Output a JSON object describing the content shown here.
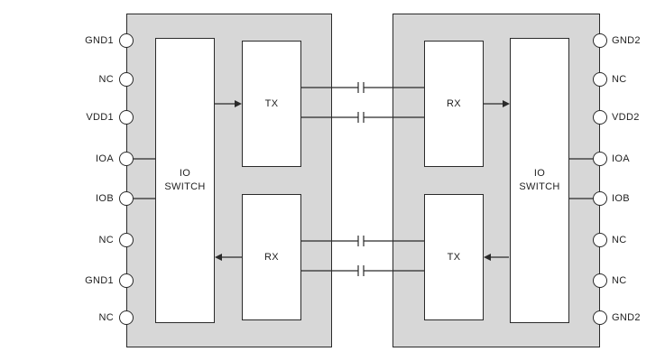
{
  "diagram": {
    "left_pins": [
      "GND1",
      "NC",
      "VDD1",
      "IOA",
      "IOB",
      "NC",
      "GND1",
      "NC"
    ],
    "right_pins": [
      "GND2",
      "NC",
      "VDD2",
      "IOA",
      "IOB",
      "NC",
      "NC",
      "GND2"
    ],
    "blocks": {
      "left_io_switch": "IO\nSWITCH",
      "left_tx": "TX",
      "left_rx": "RX",
      "right_rx": "RX",
      "right_tx": "TX",
      "right_io_switch": "IO\nSWITCH"
    },
    "colors": {
      "package_fill": "#d7d7d7",
      "block_fill": "#ffffff",
      "stroke": "#2a2a2a"
    }
  }
}
